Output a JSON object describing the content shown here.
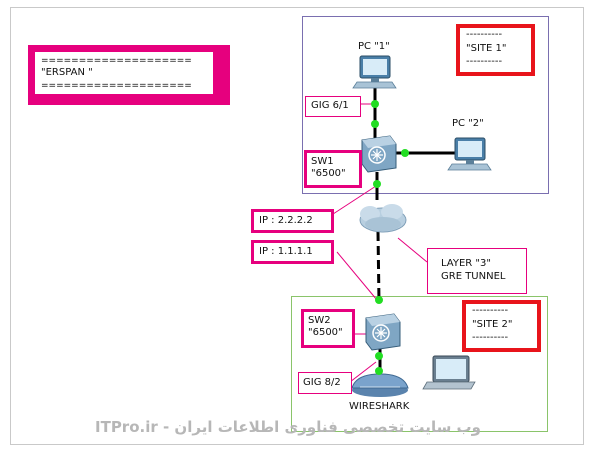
{
  "title_box": {
    "line1": "====================",
    "line2": "\"ERSPAN \"",
    "line3": "===================="
  },
  "site1": {
    "label_top": "----------",
    "name": "\"SITE 1\"",
    "label_bottom": "----------"
  },
  "site2": {
    "label_top": "----------",
    "name": "\"SITE 2\"",
    "label_bottom": "----------"
  },
  "pc1": {
    "label": "PC \"1\""
  },
  "pc2": {
    "label": "PC \"2\""
  },
  "gig61": {
    "label": "GIG 6/1"
  },
  "sw1": {
    "line1": "SW1",
    "line2": "\"6500\""
  },
  "sw2": {
    "line1": "SW2",
    "line2": "\"6500\""
  },
  "ip2": {
    "label": "IP : 2.2.2.2"
  },
  "ip1": {
    "label": "IP : 1.1.1.1"
  },
  "tunnel": {
    "line1": "LAYER \"3\"",
    "line2": "GRE TUNNEL"
  },
  "gig82": {
    "label": "GIG 8/2"
  },
  "wireshark": {
    "label": "WIRESHARK"
  },
  "watermark": "وب سایت تخصصی فناوری اطلاعات ایران - ITPro.ir",
  "colors": {
    "pink": "#e6007e",
    "red": "#e8141b",
    "site1_border": "#7a6fb0",
    "site2_border": "#8ac46a",
    "link_dot": "#22dd22"
  }
}
